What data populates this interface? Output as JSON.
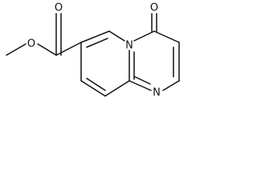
{
  "molecule": {
    "atoms": {
      "ester_oxygen": "O",
      "carbonyl_oxygen_ester": "O",
      "ketone_oxygen": "O",
      "bridgehead_nitrogen": "N",
      "ring_nitrogen": "N"
    },
    "colors": {
      "bond": "#111111",
      "label": "#111111",
      "background": "#ffffff"
    }
  }
}
